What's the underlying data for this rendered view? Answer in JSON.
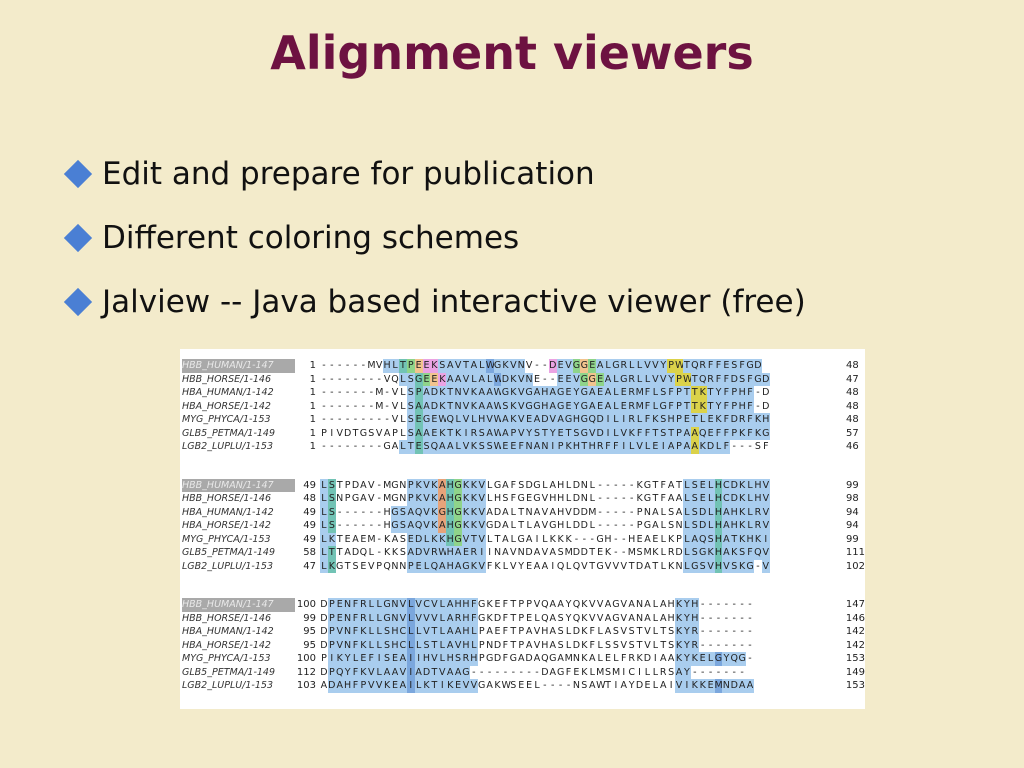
{
  "slide": {
    "title": "Alignment viewers",
    "bullets": [
      "Edit and prepare for publication",
      "Different coloring schemes",
      "Jalview  -- Java based interactive viewer (free)"
    ]
  },
  "alignment": {
    "colors": {
      "B": "#7ba7dd",
      "b": "#a9cdee",
      "T": "#72c3b5",
      "G": "#8fd48a",
      "P": "#eaa3e3",
      "Y": "#dbd24a",
      "O": "#e6a37a",
      "E": "#f2c48e",
      "C": "#8fd8e8",
      "R": "#c8c8c8"
    },
    "blocks": [
      {
        "rows": [
          {
            "name": "HBB_HUMAN/1-147",
            "start": "1",
            "seq": "------MVHLTPEEKSAVTALWGKVNV--DEVGGEALGRLLVVYPWTQRFFESFGD",
            "end": "48",
            "highlight": true,
            "colors": "........bbTGEPPbbbbbbBbbbb...PbbGEGbbbbbbbbbYYbbbbbbbbbb"
          },
          {
            "name": "HBB_HORSE/1-146",
            "start": "1",
            "seq": "--------VQLSGEEKAAVLALWDKVNE--EEVGGEALGRLLVVYPWTQRFFDSFGD",
            "end": "47",
            "colors": "..........bbTGEPbbbbbbBbbbb...bbbGEGbbbbbbbbbYYbbbbbbbbbb"
          },
          {
            "name": "HBA_HUMAN/1-142",
            "start": "1",
            "seq": "-------M-VLSPADKTNVKAAWGKVGAHAGEYGAEALERMFLSFPTTKTYFPHF-D",
            "end": "48",
            "colors": "...........bTbbbbbbbbbbbbbbbbbbbbbbbbbbbbbbbbbbYYbbbbbbb..."
          },
          {
            "name": "HBA_HORSE/1-142",
            "start": "1",
            "seq": "-------M-VLSAADKTNVKAAWSKVGGHAGEYGAEALERMFLGFPTTKTYFPHF-D",
            "end": "48",
            "colors": "...........bTbbbbbbbbbbbbbbbbbbbbbbbbbbbbbbbbbbYYbbbbbbb..."
          },
          {
            "name": "MYG_PHYCA/1-153",
            "start": "1",
            "seq": "---------VLSEGEWQLVLHVWAKVEADVAGHGQDILIRLFKSHPETLEKFDRFKH",
            "end": "48",
            "colors": "...........bTbbbbbbbbbbbbbbbbbbbbbbbbbbbbbbbbbbbbbbbbbbbb"
          },
          {
            "name": "GLB5_PETMA/1-149",
            "start": "1",
            "seq": "PIVDTGSVAPLSAAEKTKIRSAWAPVYSTYETSGVDILVKFFTSTPAAQEFFPKFKG",
            "end": "57",
            "colors": "...........bTbbbbbbbbbbbbbbbbbbbbbbbbbbbbbbbbbbYbbbbbbbbb"
          },
          {
            "name": "LGB2_LUPLU/1-153",
            "start": "1",
            "seq": "--------GALTESQAALVKSSWEEFNANIPKHTHRFFILVLEIAPAAKDLF---SF",
            "end": "46",
            "colors": "..........bbTbbbbbbbbbbbbbbbbbbbbbbbbbbbbbbbbbbYbbbbbb....."
          }
        ]
      },
      {
        "rows": [
          {
            "name": "HBB_HUMAN/1-147",
            "start": "49",
            "seq": "LSTPDAV-MGNPKVKAHGKKVLGAFSDGLAHLDNL-----KGTFATLSELHCDKLHV",
            "end": "99",
            "highlight": true,
            "colors": "bT.........bbbbOTGbbb.........................bbbbTbbbbbbb"
          },
          {
            "name": "HBB_HORSE/1-146",
            "start": "48",
            "seq": "LSNPGAV-MGNPKVKAHGKKVLHSFGEGVHHLDNL-----KGTFAALSELHCDKLHV",
            "end": "98",
            "colors": "bT.........bbbbOTGbbb.........................bbbbTbbbbbbb"
          },
          {
            "name": "HBA_HUMAN/1-142",
            "start": "49",
            "seq": "LS------HGSAQVKGHGKKVADALTNAVAHVDDM-----PNALSALSDLHAHKLRV",
            "end": "94",
            "colors": "bT.......bbbbbbOTGbbb.........................bbbbTbbbbbbb"
          },
          {
            "name": "HBA_HORSE/1-142",
            "start": "49",
            "seq": "LS------HGSAQVKAHGKKVGDALTLAVGHLDDL-----PGALSNLSDLHAHKLRV",
            "end": "94",
            "colors": "bT.......bbbbbbOTGbbb.........................bbbbTbbbbbbb"
          },
          {
            "name": "MYG_PHYCA/1-153",
            "start": "49",
            "seq": "LKTEAEM-KASEDLKKHGVTVLTALGAILKKK---GH--HEAELKPLAQSHATKHKI",
            "end": "99",
            "colors": "bb.........bbbbbTGbbb.........................bbbbTbbbbbbb"
          },
          {
            "name": "GLB5_PETMA/1-149",
            "start": "58",
            "seq": "LTTADQL-KKSADVRWHAERIINAVNDAVASMDDTEK--MSMKLRDLSGKHAKSFQV",
            "end": "111",
            "colors": "bT.........bbbbbbbbbb.........................bbbbTbbbbbbb"
          },
          {
            "name": "LGB2_LUPLU/1-153",
            "start": "47",
            "seq": "LKGTSEVPQNNPELQAHAGKVFKLVYEAAIQLQVTGVVVTDATLKNLGSVHVSKG-V",
            "end": "102",
            "colors": "bT.........bbbbbbbbbb.........................bbbbTbbbbbbb"
          }
        ]
      },
      {
        "rows": [
          {
            "name": "HBB_HUMAN/1-147",
            "start": "100",
            "seq": "DPENFRLLGNVLVCVLAHHFGKEFTPPVQAAYQKVVAGVANALAHKYH-------",
            "end": "147",
            "highlight": true,
            "colors": ".bbbbbbbbbbBbbbbbbbb.........................bbbbbBbbbb......."
          },
          {
            "name": "HBB_HORSE/1-146",
            "start": "99",
            "seq": "DPENFRLLGNVLVVVLARHFGKDFTPELQASYQKVVAGVANALAHKYH-------",
            "end": "146",
            "colors": ".bbbbbbbbbbBbbbbbbbb.........................bbbbbBbbbb......."
          },
          {
            "name": "HBA_HUMAN/1-142",
            "start": "95",
            "seq": "DPVNFKLLSHCLLVTLAAHLPAEFTPAVHASLDKFLASVSTVLTSKYR-------",
            "end": "142",
            "colors": ".bbbbbbbbbbBbbbbbbbb.........................bbbbbBbbbb......."
          },
          {
            "name": "HBA_HORSE/1-142",
            "start": "95",
            "seq": "DPVNFKLLSHCLLSTLAVHLPNDFTPAVHASLDKFLSSVSTVLTSKYR-------",
            "end": "142",
            "colors": ".bbbbbbbbbbBbbbbbbbb.........................bbbbbBbbbb......."
          },
          {
            "name": "MYG_PHYCA/1-153",
            "start": "100",
            "seq": "PIKYLEFISEAIIHVLHSRHPGDFGADAQGAMNKALELFRKDIAAKYKELGYQG-",
            "end": "153",
            "colors": ".bbbbbbbbbbBbbbbbbbb.........................bbbbbBbbbbbbbbb."
          },
          {
            "name": "GLB5_PETMA/1-149",
            "start": "112",
            "seq": "DPQYFKVLAAVIADTVAAG---------DAGFEKLMSMICILLRSAY-------",
            "end": "149",
            "colors": ".bbbbbbbbbbBbbbbbbbb.........................bbbbbBbbb......."
          },
          {
            "name": "LGB2_LUPLU/1-153",
            "start": "103",
            "seq": "ADAHFPVVKEAILKTIKEVVGAKWSEEL----NSAWTIAYDELAIVIKKEMNDAA",
            "end": "153",
            "colors": ".bbbbbbbbbbBbbbbbbbb.........................bbbbbBbbbbbbbbb"
          }
        ]
      }
    ]
  }
}
